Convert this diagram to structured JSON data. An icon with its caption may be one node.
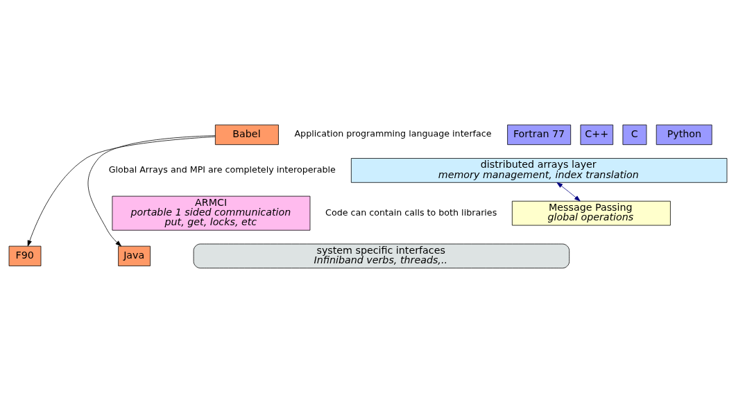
{
  "diagram": {
    "nodes": [
      {
        "text": [
          "F90"
        ]
      },
      {
        "text": [
          "Java"
        ]
      },
      {
        "text": [
          "Fortran 77"
        ]
      },
      {
        "text": [
          "C"
        ]
      },
      {
        "text": [
          "C++"
        ]
      },
      {
        "text": [
          "Python"
        ]
      },
      {
        "text": [
          "Babel"
        ]
      },
      {
        "text": [
          "distributed arrays layer",
          "memory management, index translation"
        ]
      },
      {
        "text": [
          "Message Passing",
          "global operations"
        ]
      },
      {
        "text": [
          "ARMCI",
          "portable 1 sided communication",
          "put, get, locks, etc"
        ]
      },
      {
        "text": [
          "system specific interfaces",
          "Infiniband verbs, threads,.."
        ]
      }
    ],
    "edges": [
      {
        "from": 6,
        "to": 0,
        "arrow": "to"
      },
      {
        "from": 6,
        "to": 1,
        "arrow": "to"
      },
      {
        "from": 7,
        "to": 8,
        "arrow": "both",
        "color": "#000080"
      }
    ],
    "labels": [
      "Application programming language interface",
      "Global Arrays and MPI are completely interoperable",
      "Code can contain calls to both libraries"
    ]
  }
}
